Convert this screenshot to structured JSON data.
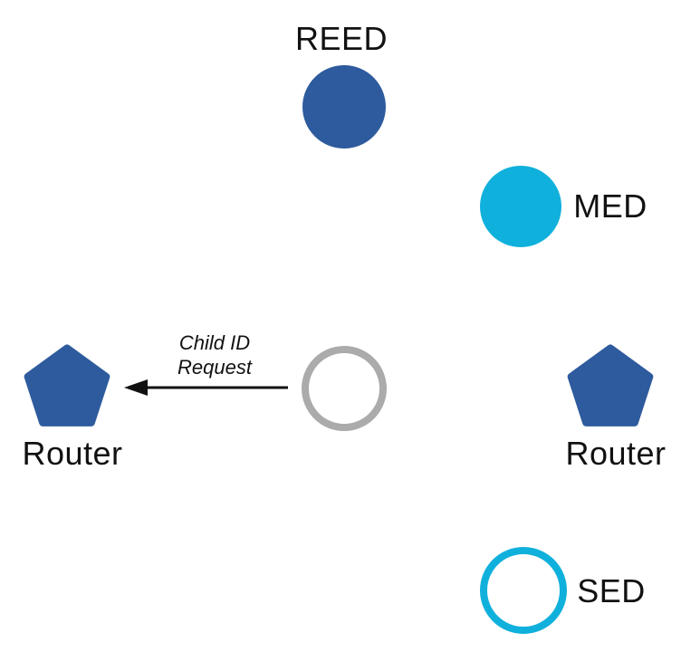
{
  "colors": {
    "node_blue": "#2E5B9D",
    "node_cyan": "#10B0DC",
    "node_gray": "#ABABAB",
    "line_black": "#111111",
    "background": "#FFFFFF"
  },
  "nodes": {
    "reed": {
      "label": "REED",
      "shape": "circle",
      "style": "filled-blue"
    },
    "med": {
      "label": "MED",
      "shape": "circle",
      "style": "filled-cyan"
    },
    "router_left": {
      "label": "Router",
      "shape": "pentagon",
      "style": "filled-blue"
    },
    "router_right": {
      "label": "Router",
      "shape": "pentagon",
      "style": "filled-blue"
    },
    "attaching_device": {
      "label": "",
      "shape": "circle",
      "style": "outline-gray"
    },
    "sed": {
      "label": "SED",
      "shape": "circle",
      "style": "outline-cyan"
    }
  },
  "message": {
    "label": "Child ID\nRequest",
    "direction": "attaching-device-to-left-router"
  }
}
